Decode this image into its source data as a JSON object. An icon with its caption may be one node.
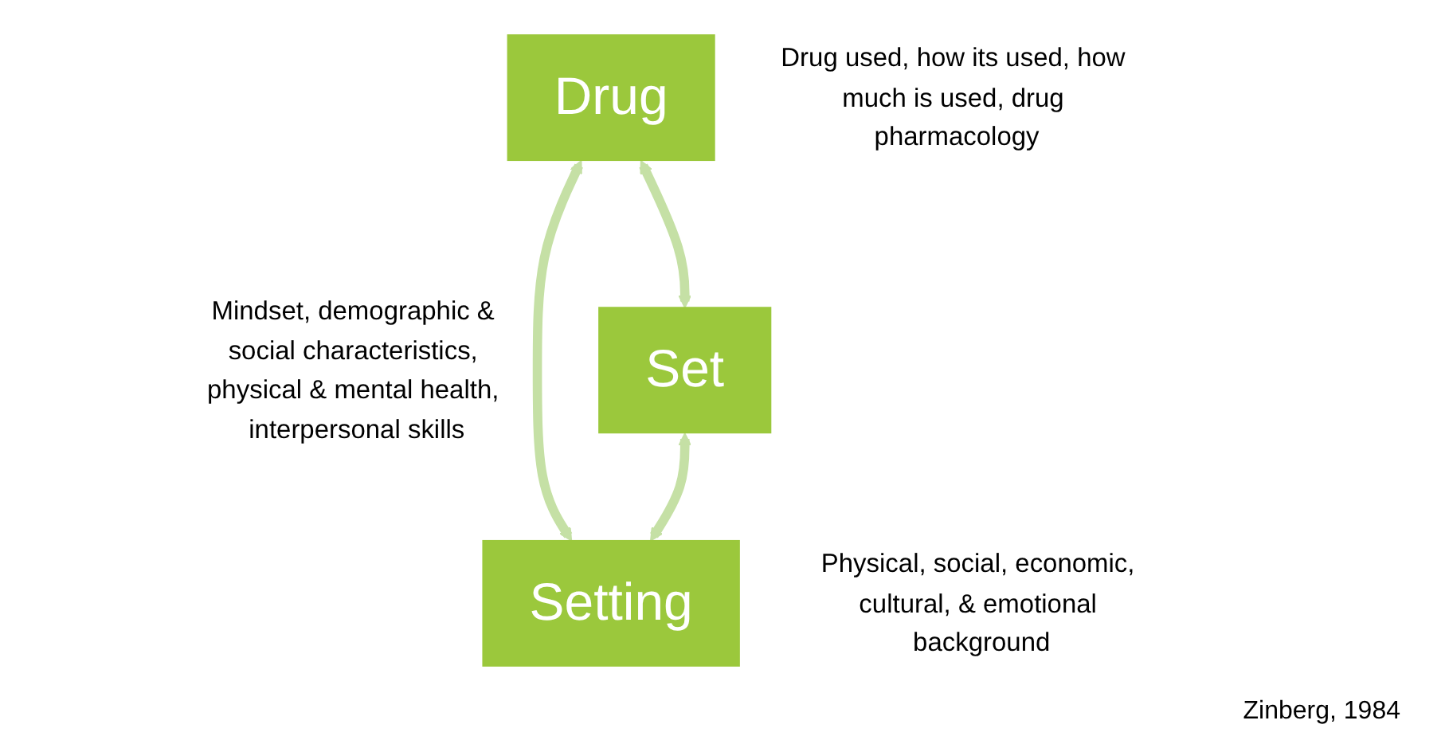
{
  "diagram": {
    "nodes": [
      {
        "text": [
          "Drug"
        ],
        "beside": [
          "Drug used, how its used, how much is used, drug pharmacology"
        ]
      },
      {
        "text": [
          "Set"
        ],
        "beside": [
          "Mindset, demographic & social characteristics, physical & mental health, interpersonal skills"
        ]
      },
      {
        "text": [
          "Setting"
        ],
        "beside": [
          "Physical, social, economic, cultural, & emotional background"
        ]
      }
    ],
    "edges": [
      {
        "from": 0,
        "to": 1,
        "arrow": "both"
      },
      {
        "from": 0,
        "to": 2,
        "arrow": "both"
      },
      {
        "from": 1,
        "to": 2,
        "arrow": "both"
      }
    ],
    "labels": [
      "Zinberg, 1984"
    ]
  }
}
